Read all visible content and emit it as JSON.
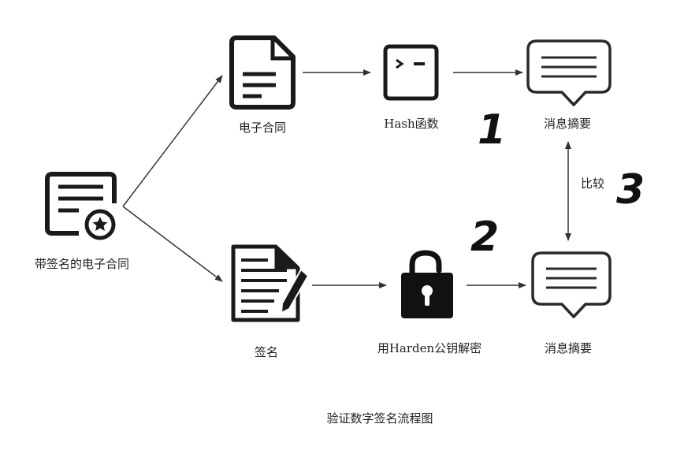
{
  "nodes": {
    "signed_contract": "带签名的电子合同",
    "contract": "电子合同",
    "hash_function": "Hash函数",
    "digest_top": "消息摘要",
    "signature": "签名",
    "decrypt": "用Harden公钥解密",
    "digest_bottom": "消息摘要"
  },
  "edges": {
    "compare_label": "比较"
  },
  "steps": [
    "1",
    "2",
    "3"
  ],
  "caption": "验证数字签名流程图",
  "icons": {
    "signed_contract": "certificate-icon",
    "contract": "document-icon",
    "hash_function": "terminal-icon",
    "digest": "message-bubble-icon",
    "signature": "signed-document-icon",
    "decrypt": "unlocked-padlock-icon"
  },
  "colors": {
    "icon": "#1a1a1a",
    "arrow": "#333333"
  }
}
